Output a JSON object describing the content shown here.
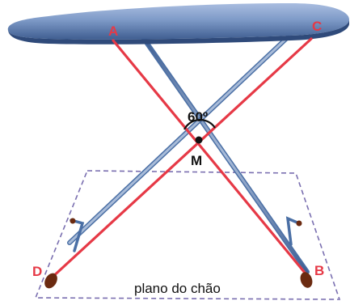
{
  "points": {
    "A": "A",
    "B": "B",
    "C": "C",
    "D": "D",
    "M": "M"
  },
  "angle_label": "60º",
  "floor_label": "plano do chão",
  "colors": {
    "highlight": "#e63946",
    "board_top": "#7f9bc8",
    "leg": "#4a6fa5",
    "floor_plane": "#7a6fb0",
    "foot": "#6b2a10"
  }
}
